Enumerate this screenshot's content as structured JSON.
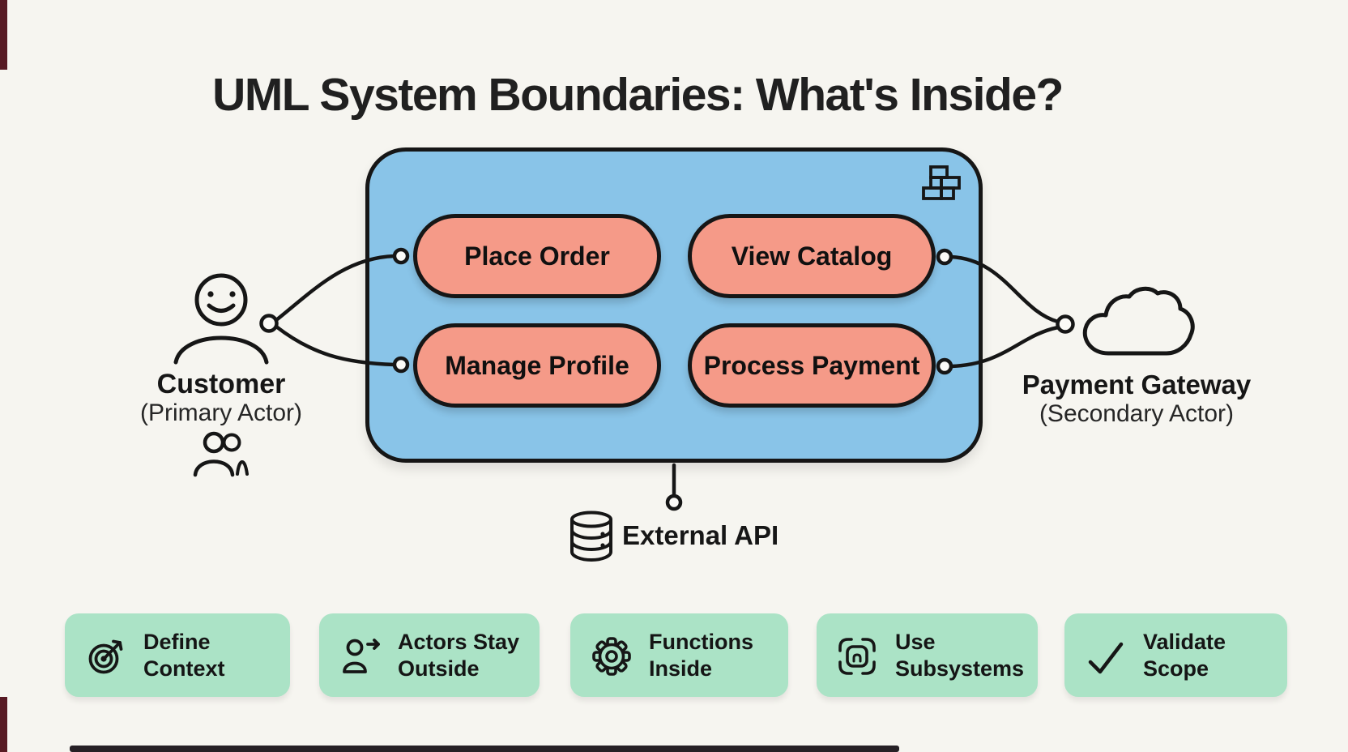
{
  "title": "UML System Boundaries: What's Inside?",
  "boundary": {
    "icon": "bricks-icon",
    "use_cases": [
      {
        "label": "Place Order"
      },
      {
        "label": "View Catalog"
      },
      {
        "label": "Manage Profile"
      },
      {
        "label": "Process Payment"
      }
    ]
  },
  "actors": {
    "customer": {
      "name": "Customer",
      "role": "(Primary Actor)",
      "icon": "person-smiley-icon"
    },
    "gateway": {
      "name": "Payment Gateway",
      "role": "(Secondary Actor)",
      "icon": "cloud-icon"
    },
    "external_api": {
      "name": "External API",
      "icon": "database-icon"
    }
  },
  "cards": [
    {
      "line1": "Define",
      "line2": "Context",
      "icon": "target-icon"
    },
    {
      "line1": "Actors Stay",
      "line2": "Outside",
      "icon": "person-arrow-icon"
    },
    {
      "line1": "Functions",
      "line2": "Inside",
      "icon": "gear-icon"
    },
    {
      "line1": "Use",
      "line2": "Subsystems",
      "icon": "subsystem-icon"
    },
    {
      "line1": "Validate",
      "line2": "Scope",
      "icon": "checkmark-icon"
    }
  ],
  "colors": {
    "background": "#f6f5f0",
    "system_boundary_fill": "#89c4e8",
    "use_case_fill": "#f59a88",
    "card_fill": "#abe3c6",
    "ink": "#161616"
  }
}
